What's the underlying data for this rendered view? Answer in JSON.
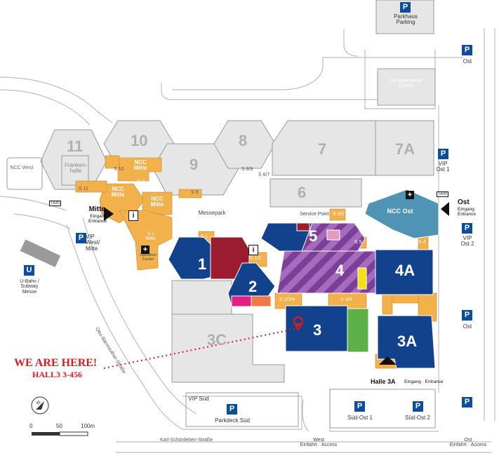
{
  "colors": {
    "grey_building": "#e6e6e6",
    "grey_stroke": "#9a9a9a",
    "orange": "#f2b14a",
    "navy": "#13428c",
    "maroon": "#9b1c2e",
    "purple": "#7c3f98",
    "teal": "#4f94b4",
    "green": "#5cb046",
    "yellow": "#f4e10f",
    "pink": "#e31f84",
    "coral": "#f0784a",
    "blue_parking": "#0d4d9e",
    "red_text": "#e0191c"
  },
  "halls": {
    "h11": "11",
    "h10": "10",
    "h9": "9",
    "h8": "8",
    "h7": "7",
    "h7a": "7A",
    "h6": "6",
    "h5": "5",
    "h4": "4",
    "h4a": "4A",
    "h3": "3",
    "h3a": "3A",
    "h3c": "3C",
    "h2": "2",
    "h1": "1"
  },
  "labels": {
    "frankenhalle": "Franken-\nhalle",
    "ncc_west": "NCC West",
    "ncc_mitte_top": "NCC\nMitte",
    "ncc_mitte_left": "NCC\nMitte",
    "ncc_mitte_right": "NCC\nMitte",
    "ncc_ost": "NCC Ost",
    "s9_mitte": "S 9\nMitte",
    "s1_mitte": "S 1\nMitte",
    "messepark": "Messepark",
    "service_point": "Service Point",
    "servicepartner": "ServicePartner\nCenter",
    "operation_center": "Operation\nCenter",
    "s10": "S 10",
    "s11": "S 11",
    "s9": "S 9",
    "s89": "S 8/9",
    "s67": "S 6/7",
    "s56": "S 5/6",
    "s5": "S 5",
    "s1": "S 1",
    "s12": "S 1/2",
    "s4": "S 4",
    "s234": "S 2/3/4",
    "s34": "S 3/4",
    "mitte_title": "Mitte",
    "mitte_sub": "Eingang\nEntrance",
    "ost_title": "Ost",
    "ost_sub": "Eingang\nEntrance",
    "halle3a_title": "Halle 3A",
    "halle3a_sub": "Eingang · Entrance",
    "taxi_left": "TAXI",
    "taxi_right": "TAXI",
    "ubahn": "U-Bahn /\nSubway\nMesse",
    "u": "U",
    "otto_street": "Otto-Bärnreuther-Straße",
    "karl_street": "Karl-Schönleben-Straße",
    "west_access": "West\nEinfahrt · Access",
    "ost_access": "Ost\nEinfahrt · Access",
    "we_are_here": "WE ARE  HERE!",
    "hall_stand": "HALL3 3-456",
    "scale_0": "0",
    "scale_50": "50",
    "scale_100": "100m",
    "info": "i",
    "n": "N"
  },
  "parking": {
    "p": "P",
    "parkhaus": "Parkhaus\nParking",
    "ost_top": "Ost",
    "vip_ost1": "VIP\nOst 1",
    "vip_ost2": "VIP\nOst 2",
    "ost_mid": "Ost",
    "vip_west_mitte": "VIP\nWest/\nMitte",
    "vip_sued": "VIP Süd",
    "parkdeck_sued": "Parkdeck Süd",
    "sued_ost1": "Süd-Ost 1",
    "sued_ost2": "Süd-Ost 2"
  }
}
